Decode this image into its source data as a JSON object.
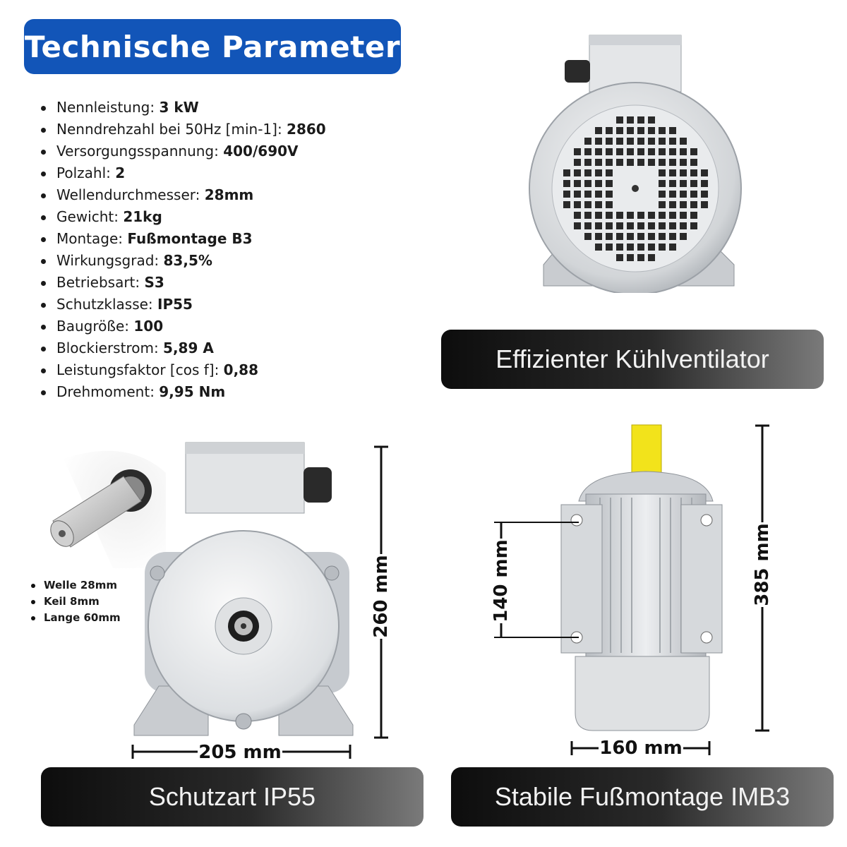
{
  "header": {
    "title": "Technische Parameter"
  },
  "specs": [
    {
      "label": "Nennleistung: ",
      "value": "3 kW"
    },
    {
      "label": "Nenndrehzahl bei 50Hz [min-1]: ",
      "value": "2860"
    },
    {
      "label": "Versorgungsspannung: ",
      "value": "400/690V"
    },
    {
      "label": "Polzahl: ",
      "value": "2"
    },
    {
      "label": "Wellendurchmesser: ",
      "value": "28mm"
    },
    {
      "label": "Gewicht: ",
      "value": "21kg"
    },
    {
      "label": "Montage: ",
      "value": "Fußmontage B3"
    },
    {
      "label": "Wirkungsgrad: ",
      "value": "83,5%"
    },
    {
      "label": "Betriebsart: ",
      "value": "S3"
    },
    {
      "label": "Schutzklasse: ",
      "value": "IP55"
    },
    {
      "label": "Baugröße: ",
      "value": "100"
    },
    {
      "label": "Blockierstrom: ",
      "value": "5,89 A"
    },
    {
      "label": "Leistungsfaktor [cos f]: ",
      "value": "0,88"
    },
    {
      "label": "Drehmoment: ",
      "value": "9,95 Nm"
    }
  ],
  "captions": {
    "fan": "Effizienter Kühlventilator",
    "protection": "Schutzart IP55",
    "mount": "Stabile Fußmontage IMB3"
  },
  "shaft_notes": [
    "Welle 28mm",
    "Keil 8mm",
    "Lange 60mm"
  ],
  "dimensions": {
    "width_front": "205 mm",
    "height_front": "260 mm",
    "foot_spacing": "140 mm",
    "length_total": "385 mm",
    "foot_width": "160 mm"
  },
  "colors": {
    "badge": "#1255b8",
    "shaft": "#f2e31b",
    "motor": "#d9dcdf"
  }
}
